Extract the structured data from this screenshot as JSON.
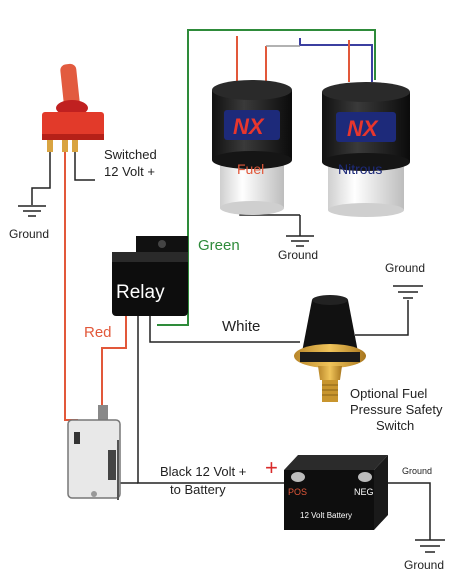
{
  "labels": {
    "switched": [
      "Switched",
      "12 Volt +"
    ],
    "ground": "Ground",
    "green": "Green",
    "red": "Red",
    "white": "White",
    "relay": "Relay",
    "fuel": "Fuel",
    "nitrous": "Nitrous",
    "nx_logo": "NX",
    "optional": [
      "Optional Fuel",
      "Pressure Safety",
      "Switch"
    ],
    "black": [
      "Black 12 Volt +",
      "to Battery"
    ],
    "battery": "12 Volt Battery",
    "pos": "POS",
    "neg": "NEG",
    "plus": "+"
  },
  "colors": {
    "red_wire": "#e2583a",
    "green_wire": "#2e8b3a",
    "blue_wire": "#3b3fa0",
    "black_wire": "#222222",
    "accent_red": "#d92b2b",
    "switch_red": "#e23a2a"
  }
}
